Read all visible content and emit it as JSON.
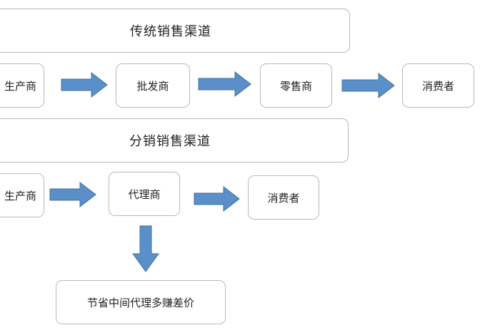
{
  "diagram": {
    "traditional_title": "传统销售渠道",
    "distribution_title": "分销销售渠道",
    "row1": {
      "producer": "生产商",
      "wholesaler": "批发商",
      "retailer": "零售商",
      "consumer": "消费者"
    },
    "row2": {
      "producer": "生产商",
      "agent": "代理商",
      "consumer": "消费者"
    },
    "note": "节省中间代理多赚差价"
  },
  "colors": {
    "arrow_fill": "#5b8fc9",
    "arrow_stroke": "#41719c",
    "box_border": "#b9b9b9"
  }
}
